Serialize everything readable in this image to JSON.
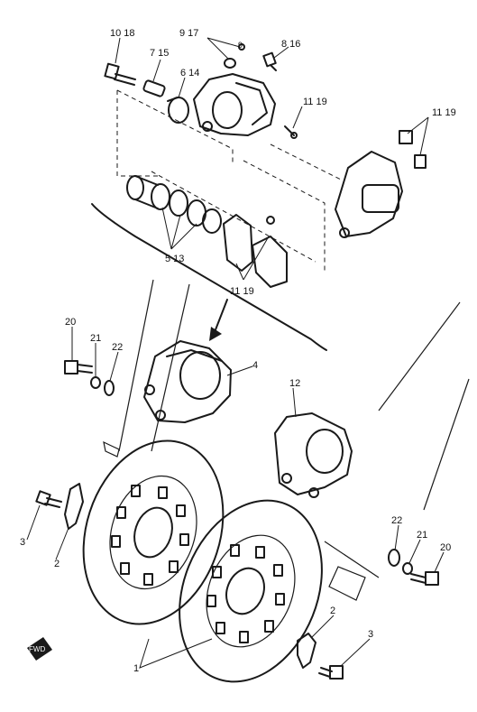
{
  "callouts": {
    "c10_18": "10 18",
    "c9_17": "9 17",
    "c8_16_top": "8 16",
    "c7_15": "7 15",
    "c6_14": "6 14",
    "c11_19_a": "11 19",
    "c11_19_b": "11 19",
    "c5_13": "5 13",
    "c11_19_c": "11 19",
    "c20_left": "20",
    "c21_left": "21",
    "c22_left": "22",
    "c4": "4",
    "c12": "12",
    "c3_left": "3",
    "c2_left": "2",
    "c22_right": "22",
    "c21_right": "21",
    "c20_right": "20",
    "c2_right": "2",
    "c3_right": "3",
    "c1": "1",
    "c9_small": "9"
  },
  "badge": {
    "text": "FWD"
  },
  "colors": {
    "ink": "#1a1a1a",
    "paper": "#ffffff"
  }
}
